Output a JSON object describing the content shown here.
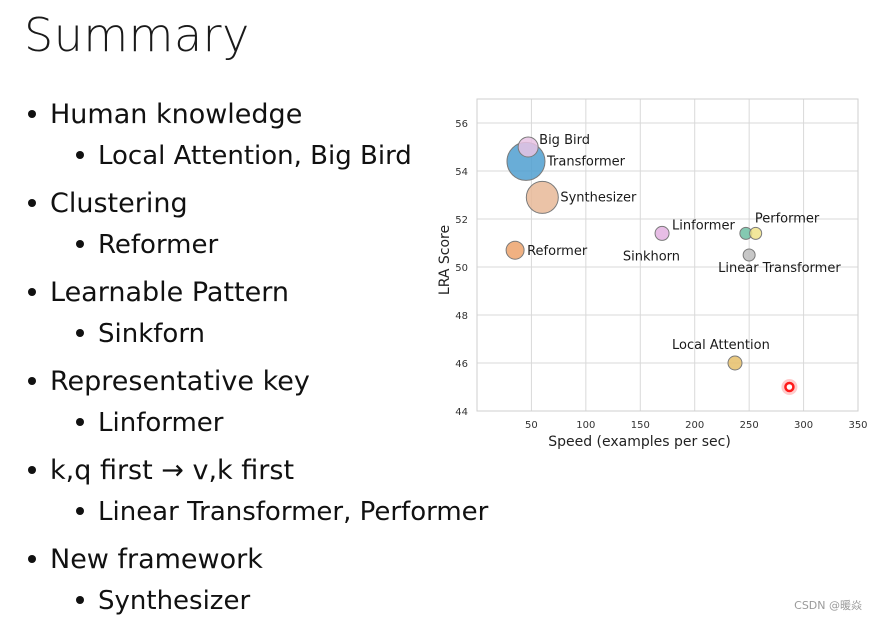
{
  "slide": {
    "title": "Summary",
    "bullets": [
      {
        "text": "Human knowledge",
        "sub": "Local Attention, Big Bird"
      },
      {
        "text": "Clustering",
        "sub": "Reformer"
      },
      {
        "text": "Learnable Pattern",
        "sub": "Sinkforn"
      },
      {
        "text": "Representative key",
        "sub": "Linformer"
      },
      {
        "text": "k,q first → v,k first",
        "sub": "Linear Transformer, Performer"
      },
      {
        "text": "New framework",
        "sub": "Synthesizer"
      }
    ]
  },
  "watermark": "CSDN @暖焱",
  "chart_data": {
    "type": "scatter",
    "xlabel": "Speed (examples per sec)",
    "ylabel": "LRA Score",
    "xlim": [
      0,
      350
    ],
    "ylim": [
      44,
      57
    ],
    "xticks": [
      50,
      100,
      150,
      200,
      250,
      300,
      350
    ],
    "yticks": [
      44,
      46,
      48,
      50,
      52,
      54,
      56
    ],
    "grid": true,
    "points": [
      {
        "label": "Big Bird",
        "x": 47,
        "y": 55.0,
        "size": 10,
        "color": "#e8c3e4"
      },
      {
        "label": "Transformer",
        "x": 45,
        "y": 54.4,
        "size": 19,
        "color": "#4f9fd0"
      },
      {
        "label": "Synthesizer",
        "x": 60,
        "y": 52.9,
        "size": 16,
        "color": "#e7b998"
      },
      {
        "label": "Reformer",
        "x": 35,
        "y": 50.7,
        "size": 9,
        "color": "#eda36c"
      },
      {
        "label": "Linformer",
        "x": 170,
        "y": 51.4,
        "size": 7,
        "color": "#e3b2e0"
      },
      {
        "label": "Sinkhorn",
        "x": 170,
        "y": 51.4,
        "size": 0,
        "color": "#e3b2e0"
      },
      {
        "label": "Performer",
        "x": 247,
        "y": 51.4,
        "size": 6,
        "color": "#6fbfa3"
      },
      {
        "label": "",
        "x": 256,
        "y": 51.4,
        "size": 6,
        "color": "#f0e38a"
      },
      {
        "label": "Linear Transformer",
        "x": 250,
        "y": 50.5,
        "size": 6,
        "color": "#bdbdbd"
      },
      {
        "label": "Local Attention",
        "x": 237,
        "y": 46.0,
        "size": 7,
        "color": "#e6bf6a"
      },
      {
        "label": "",
        "x": 287,
        "y": 45.0,
        "size": 4,
        "color": "#ff1a1a",
        "highlight": true
      }
    ],
    "colors": {
      "grid": "#d9d9d9",
      "axis": "#888888",
      "tick": "#333333"
    }
  }
}
